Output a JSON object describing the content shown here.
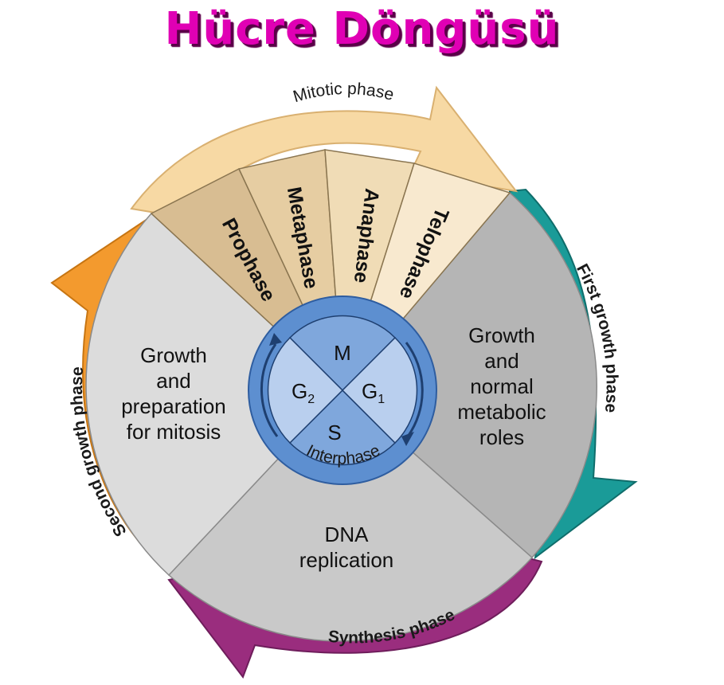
{
  "title": "Hücre Döngüsü",
  "phases": {
    "mitotic": "Mitotic phase",
    "first_growth": "First growth phase",
    "synthesis": "Synthesis phase",
    "second_growth": "Second growth phase",
    "interphase": "Interphase"
  },
  "mitosis_stages": [
    "Prophase",
    "Metaphase",
    "Anaphase",
    "Telophase"
  ],
  "sector_text": {
    "g2": [
      "Growth",
      "and",
      "preparation",
      "for mitosis"
    ],
    "g1": [
      "Growth",
      "and",
      "normal",
      "metabolic",
      "roles"
    ],
    "s": [
      "DNA",
      "replication"
    ]
  },
  "center": {
    "m": "M",
    "g1": "G",
    "g1_sub": "1",
    "g2": "G",
    "g2_sub": "2",
    "s": "S"
  },
  "colors": {
    "title": "#e000b4",
    "mitotic_arrow": "#f7d9a4",
    "first_growth_arrow": "#1a9b98",
    "synthesis_arrow": "#9a2d7e",
    "second_growth_arrow": "#f39a2e",
    "g1_sector": "#b5b5b5",
    "g2_sector": "#dcdcdc",
    "s_sector": "#c9c9c9",
    "center_ring": "#5d8fd0",
    "center_inner": "#b9cfee"
  }
}
